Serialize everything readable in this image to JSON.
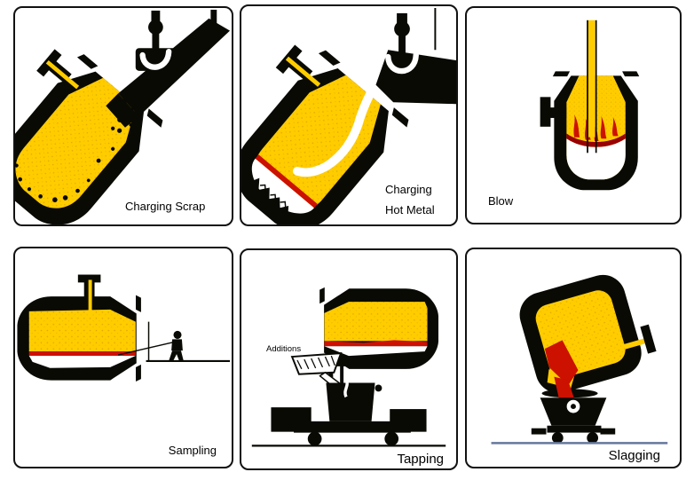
{
  "colors": {
    "yellow": "#FFCC00",
    "red": "#CC1100",
    "darkred": "#990000",
    "black": "#0A0A05",
    "white": "#FFFFFF",
    "ground_blue": "#66779B"
  },
  "panels": [
    {
      "id": "charging-scrap",
      "label": "Charging Scrap"
    },
    {
      "id": "charging-hot-metal",
      "label": "Charging",
      "label2": "Hot Metal"
    },
    {
      "id": "blow",
      "label": "Blow"
    },
    {
      "id": "sampling",
      "label": "Sampling"
    },
    {
      "id": "tapping",
      "label": "Tapping",
      "annotation": "Additions"
    },
    {
      "id": "slagging",
      "label": "Slagging"
    }
  ]
}
